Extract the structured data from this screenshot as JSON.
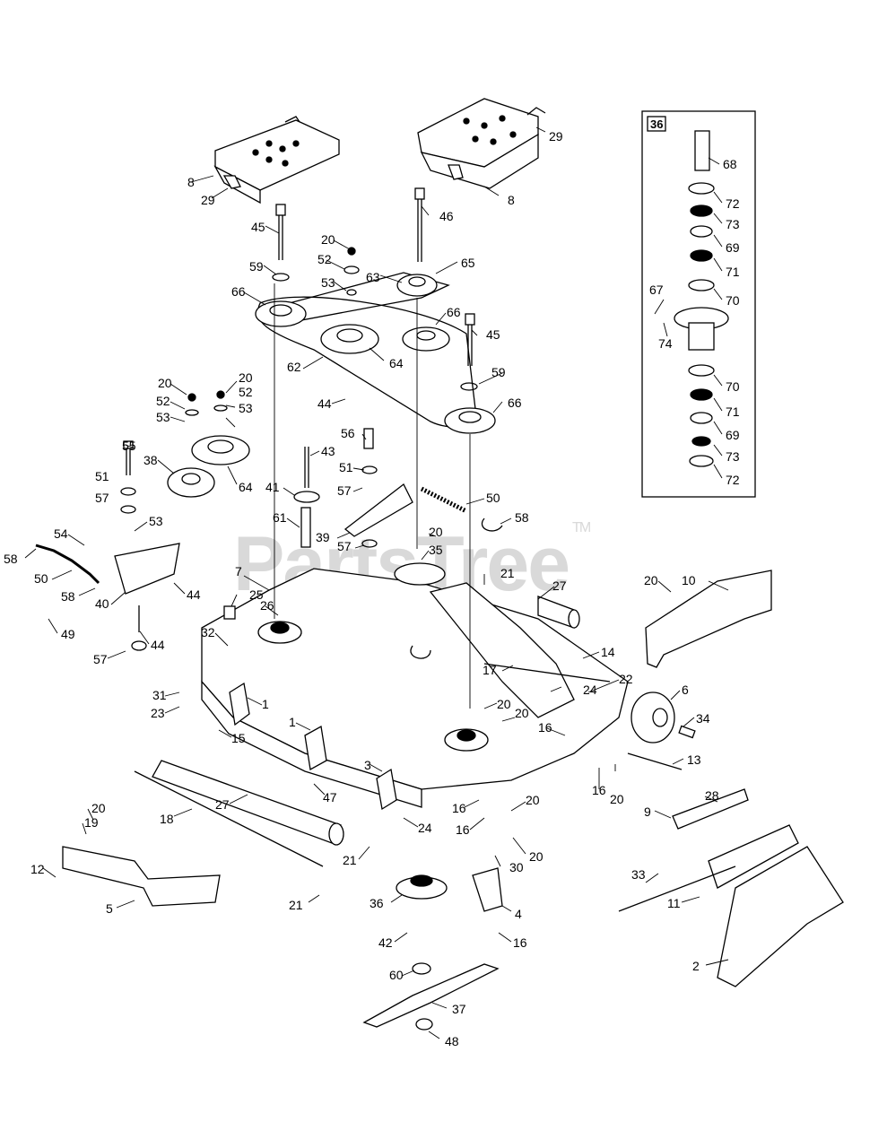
{
  "watermark": {
    "text": "PartsTree",
    "tm": "TM"
  },
  "inset": {
    "label": "36"
  },
  "callouts": [
    {
      "id": "c8a",
      "text": "8"
    },
    {
      "id": "c29a",
      "text": "29"
    },
    {
      "id": "c29b",
      "text": "29"
    },
    {
      "id": "c8b",
      "text": "8"
    },
    {
      "id": "c45a",
      "text": "45"
    },
    {
      "id": "c46",
      "text": "46"
    },
    {
      "id": "c20a",
      "text": "20"
    },
    {
      "id": "c52a",
      "text": "52"
    },
    {
      "id": "c63",
      "text": "63"
    },
    {
      "id": "c65",
      "text": "65"
    },
    {
      "id": "c53a",
      "text": "53"
    },
    {
      "id": "c59a",
      "text": "59"
    },
    {
      "id": "c66a",
      "text": "66"
    },
    {
      "id": "c66b",
      "text": "66"
    },
    {
      "id": "c45b",
      "text": "45"
    },
    {
      "id": "c62",
      "text": "62"
    },
    {
      "id": "c64a",
      "text": "64"
    },
    {
      "id": "c59b",
      "text": "59"
    },
    {
      "id": "c44a",
      "text": "44"
    },
    {
      "id": "c66c",
      "text": "66"
    },
    {
      "id": "c20b",
      "text": "20"
    },
    {
      "id": "c20c",
      "text": "20"
    },
    {
      "id": "c52b",
      "text": "52"
    },
    {
      "id": "c52c",
      "text": "52"
    },
    {
      "id": "c53b",
      "text": "53"
    },
    {
      "id": "c53c",
      "text": "53"
    },
    {
      "id": "c55",
      "text": "55"
    },
    {
      "id": "c38",
      "text": "38"
    },
    {
      "id": "c64b",
      "text": "64"
    },
    {
      "id": "c56",
      "text": "56"
    },
    {
      "id": "c43",
      "text": "43"
    },
    {
      "id": "c51a",
      "text": "51"
    },
    {
      "id": "c51b",
      "text": "51"
    },
    {
      "id": "c41",
      "text": "41"
    },
    {
      "id": "c57a",
      "text": "57"
    },
    {
      "id": "c57b",
      "text": "57"
    },
    {
      "id": "c50a",
      "text": "50"
    },
    {
      "id": "c53d",
      "text": "53"
    },
    {
      "id": "c61",
      "text": "61"
    },
    {
      "id": "c58a",
      "text": "58"
    },
    {
      "id": "c54",
      "text": "54"
    },
    {
      "id": "c39",
      "text": "39"
    },
    {
      "id": "c57c",
      "text": "57"
    },
    {
      "id": "c20d",
      "text": "20"
    },
    {
      "id": "c35",
      "text": "35"
    },
    {
      "id": "c58b",
      "text": "58"
    },
    {
      "id": "c50b",
      "text": "50"
    },
    {
      "id": "c58c",
      "text": "58"
    },
    {
      "id": "c40",
      "text": "40"
    },
    {
      "id": "c44b",
      "text": "44"
    },
    {
      "id": "c7",
      "text": "7"
    },
    {
      "id": "c21a",
      "text": "21"
    },
    {
      "id": "c27a",
      "text": "27"
    },
    {
      "id": "c20e",
      "text": "20"
    },
    {
      "id": "c10",
      "text": "10"
    },
    {
      "id": "c25",
      "text": "25"
    },
    {
      "id": "c26",
      "text": "26"
    },
    {
      "id": "c49",
      "text": "49"
    },
    {
      "id": "c32",
      "text": "32"
    },
    {
      "id": "c44c",
      "text": "44"
    },
    {
      "id": "c57d",
      "text": "57"
    },
    {
      "id": "c14",
      "text": "14"
    },
    {
      "id": "c17",
      "text": "17"
    },
    {
      "id": "c31",
      "text": "31"
    },
    {
      "id": "c24a",
      "text": "24"
    },
    {
      "id": "c6",
      "text": "6"
    },
    {
      "id": "c23",
      "text": "23"
    },
    {
      "id": "c1a",
      "text": "1"
    },
    {
      "id": "c22",
      "text": "22"
    },
    {
      "id": "c20f",
      "text": "20"
    },
    {
      "id": "c20g",
      "text": "20"
    },
    {
      "id": "c34",
      "text": "34"
    },
    {
      "id": "c15",
      "text": "15"
    },
    {
      "id": "c16a",
      "text": "16"
    },
    {
      "id": "c1b",
      "text": "1"
    },
    {
      "id": "c13",
      "text": "13"
    },
    {
      "id": "c3",
      "text": "3"
    },
    {
      "id": "c16b",
      "text": "16"
    },
    {
      "id": "c20h",
      "text": "20"
    },
    {
      "id": "c47",
      "text": "47"
    },
    {
      "id": "c28",
      "text": "28"
    },
    {
      "id": "c16c",
      "text": "16"
    },
    {
      "id": "c20i",
      "text": "20"
    },
    {
      "id": "c9",
      "text": "9"
    },
    {
      "id": "c27b",
      "text": "27"
    },
    {
      "id": "c18",
      "text": "18"
    },
    {
      "id": "c24b",
      "text": "24"
    },
    {
      "id": "c16d",
      "text": "16"
    },
    {
      "id": "c20j",
      "text": "20"
    },
    {
      "id": "c19",
      "text": "19"
    },
    {
      "id": "c20k",
      "text": "20"
    },
    {
      "id": "c21b",
      "text": "21"
    },
    {
      "id": "c30",
      "text": "30"
    },
    {
      "id": "c33",
      "text": "33"
    },
    {
      "id": "c12",
      "text": "12"
    },
    {
      "id": "c11",
      "text": "11"
    },
    {
      "id": "c5",
      "text": "5"
    },
    {
      "id": "c21c",
      "text": "21"
    },
    {
      "id": "c36",
      "text": "36"
    },
    {
      "id": "c4",
      "text": "4"
    },
    {
      "id": "c2",
      "text": "2"
    },
    {
      "id": "c42",
      "text": "42"
    },
    {
      "id": "c16e",
      "text": "16"
    },
    {
      "id": "c60",
      "text": "60"
    },
    {
      "id": "c37",
      "text": "37"
    },
    {
      "id": "c48",
      "text": "48"
    },
    {
      "id": "c68",
      "text": "68"
    },
    {
      "id": "c72a",
      "text": "72"
    },
    {
      "id": "c73a",
      "text": "73"
    },
    {
      "id": "c69a",
      "text": "69"
    },
    {
      "id": "c71a",
      "text": "71"
    },
    {
      "id": "c67",
      "text": "67"
    },
    {
      "id": "c70a",
      "text": "70"
    },
    {
      "id": "c74",
      "text": "74"
    },
    {
      "id": "c70b",
      "text": "70"
    },
    {
      "id": "c71b",
      "text": "71"
    },
    {
      "id": "c69b",
      "text": "69"
    },
    {
      "id": "c73b",
      "text": "73"
    },
    {
      "id": "c72b",
      "text": "72"
    }
  ]
}
